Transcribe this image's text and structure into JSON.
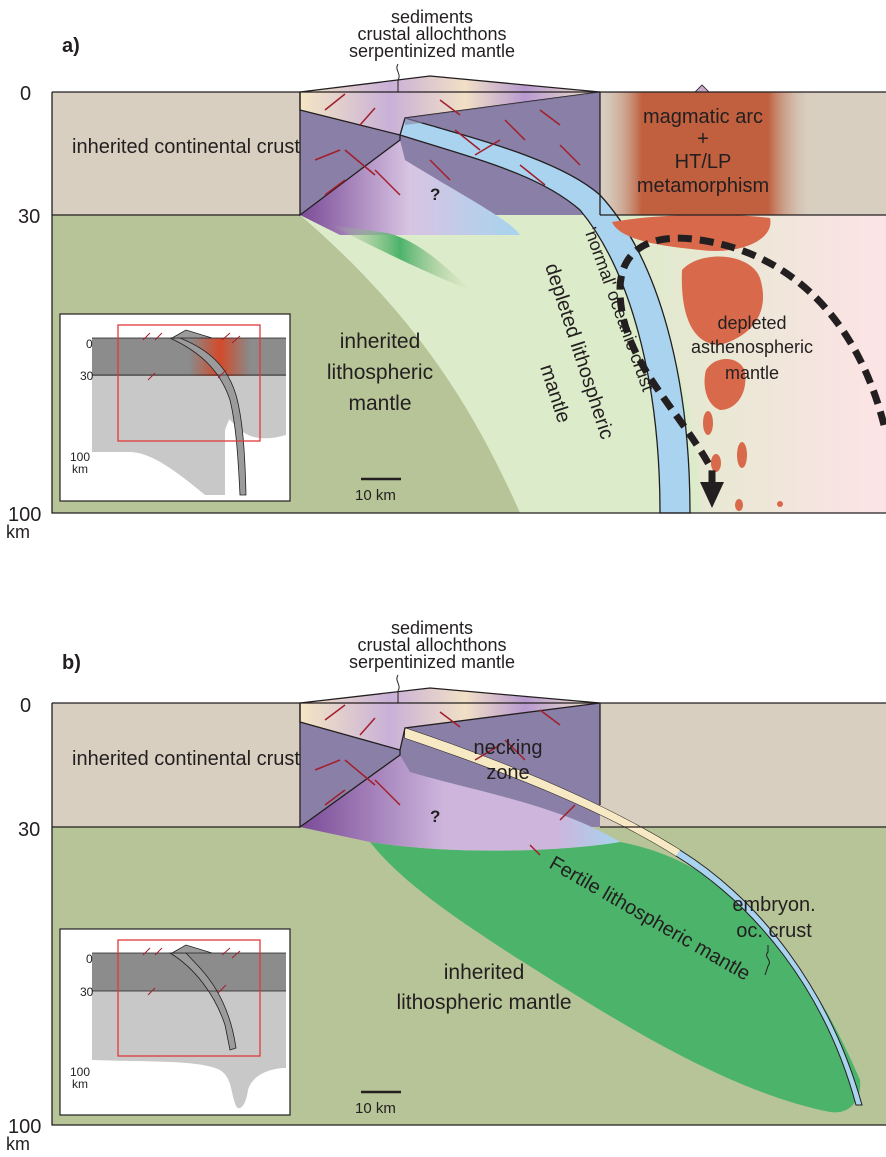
{
  "panels": [
    {
      "id": "a",
      "label": "a)",
      "depth_ticks": {
        "top": "0",
        "mid": "30",
        "bottom": "100",
        "unit": "km"
      },
      "labels": {
        "top_stack": [
          "sediments",
          "crustal allochthons",
          "serpentinized mantle"
        ],
        "continental_crust": "inherited continental crust",
        "lith_mantle": [
          "inherited",
          "lithospheric",
          "mantle"
        ],
        "question": "?",
        "magmatic_arc": [
          "magmatic arc",
          "+",
          "HT/LP",
          "metamorphism"
        ],
        "oceanic_crust": "'normal' oceanic crust",
        "depleted_lith": [
          "depleted lithospheric",
          "mantle"
        ],
        "asthenosphere": [
          "depleted",
          "asthenospheric",
          "mantle"
        ],
        "scale": "10 km"
      },
      "inset": {
        "d0": "0",
        "d30": "30",
        "d100": "100",
        "unit": "km"
      }
    },
    {
      "id": "b",
      "label": "b)",
      "depth_ticks": {
        "top": "0",
        "mid": "30",
        "bottom": "100",
        "unit": "km"
      },
      "labels": {
        "top_stack": [
          "sediments",
          "crustal allochthons",
          "serpentinized mantle"
        ],
        "continental_crust": "inherited continental crust",
        "necking": [
          "necking",
          "zone"
        ],
        "question": "?",
        "fertile": "Fertile lithospheric mantle",
        "embryonic": [
          "embryon.",
          "oc. crust"
        ],
        "lith_mantle": [
          "inherited",
          "lithospheric mantle"
        ],
        "scale": "10 km"
      },
      "inset": {
        "d0": "0",
        "d30": "30",
        "d100": "100",
        "unit": "km"
      }
    }
  ],
  "colors": {
    "continental_crust": "#d9cfc1",
    "lith_mantle": "#b7c497",
    "light_mantle": "#dcebc9",
    "purple_block": "#8a7fa6",
    "oceanic_crust": "#a9d3ee",
    "magma": "#d9694b",
    "fertile": "#4bb36a",
    "fault": "#a31e2b"
  }
}
